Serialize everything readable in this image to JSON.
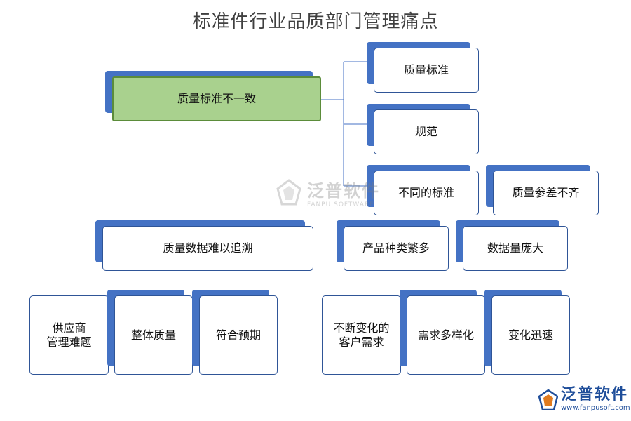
{
  "title": "标准件行业品质部门管理痛点",
  "nodes": {
    "n_quality_std_inconsistent": "质量标准不一致",
    "n_quality_std": "质量标准",
    "n_spec": "规范",
    "n_diff_std": "不同的标准",
    "n_quality_uneven": "质量参差不齐",
    "n_trace_hard": "质量数据难以追溯",
    "n_product_types": "产品种类繁多",
    "n_data_volume": "数据量庞大",
    "n_supplier_line1": "供应商",
    "n_supplier_line2": "管理难题",
    "n_overall_quality": "整体质量",
    "n_meet_expect": "符合预期",
    "n_demand_change_line1": "不断变化的",
    "n_demand_change_line2": "客户需求",
    "n_demand_diverse": "需求多样化",
    "n_change_fast": "变化迅速"
  },
  "watermark": {
    "cn": "泛普软件",
    "en": "FANPU SOFTWARE"
  },
  "brand": {
    "cn": "泛普软件",
    "url": "www.fanpusoft.com"
  },
  "colors": {
    "accent": "#4472c4",
    "border": "#2f5597",
    "highlight": "#a9d18e",
    "brand": "#1f4e9a"
  }
}
